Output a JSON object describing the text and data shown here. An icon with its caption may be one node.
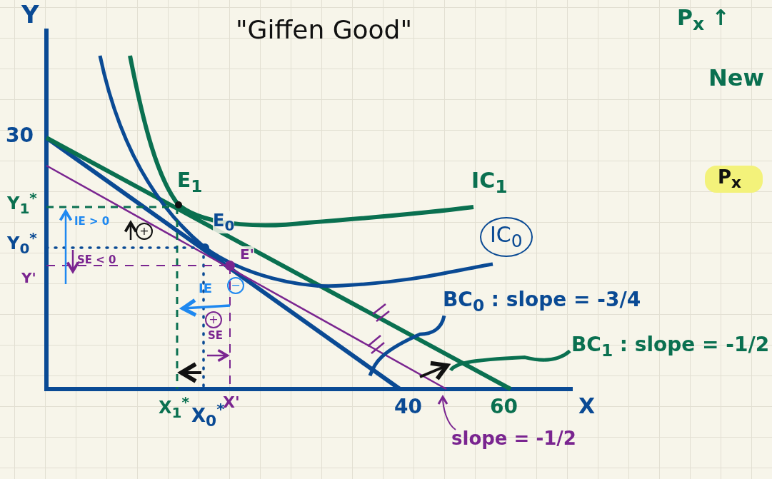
{
  "diagram": {
    "title": "\"Giffen Good\"",
    "nodes": [
      {
        "text": [
          "BC$_{0}$ : slope = -3/4"
        ]
      },
      {
        "text": [
          "BC$_{1}$ : slope = -1/2"
        ]
      },
      {
        "text": [
          "slope = -1/2"
        ]
      },
      {
        "text": [
          "IC$_{0}$"
        ]
      },
      {
        "text": [
          "+"
        ]
      },
      {
        "text": [
          "−"
        ]
      },
      {
        "text": [
          "+"
        ],
        "beside": [
          "SE"
        ]
      }
    ],
    "edges": [
      {
        "from": 0,
        "to": null,
        "arrow": "none",
        "color": "#0a4a94"
      },
      {
        "from": 1,
        "to": null,
        "arrow": "none",
        "color": "#0a7050"
      },
      {
        "from": 2,
        "to": null,
        "arrow": "to",
        "color": "#7a2590"
      }
    ],
    "labels": [
      "Y",
      "P$_{x}$ ↑",
      "New",
      "P$_{x}$",
      "30",
      "Y$_{1}$$^{*}$",
      "IE > 0",
      "Y$_{0}$$^{*}$",
      "SE < 0",
      "Y'",
      "E$_{1}$",
      "E$_{0}$",
      "E'",
      "IC$_{1}$",
      "IE",
      "X$_{1}$$^{*}$",
      "X$_{0}$$^{*}$",
      "X'",
      "40",
      "60",
      "X"
    ]
  }
}
